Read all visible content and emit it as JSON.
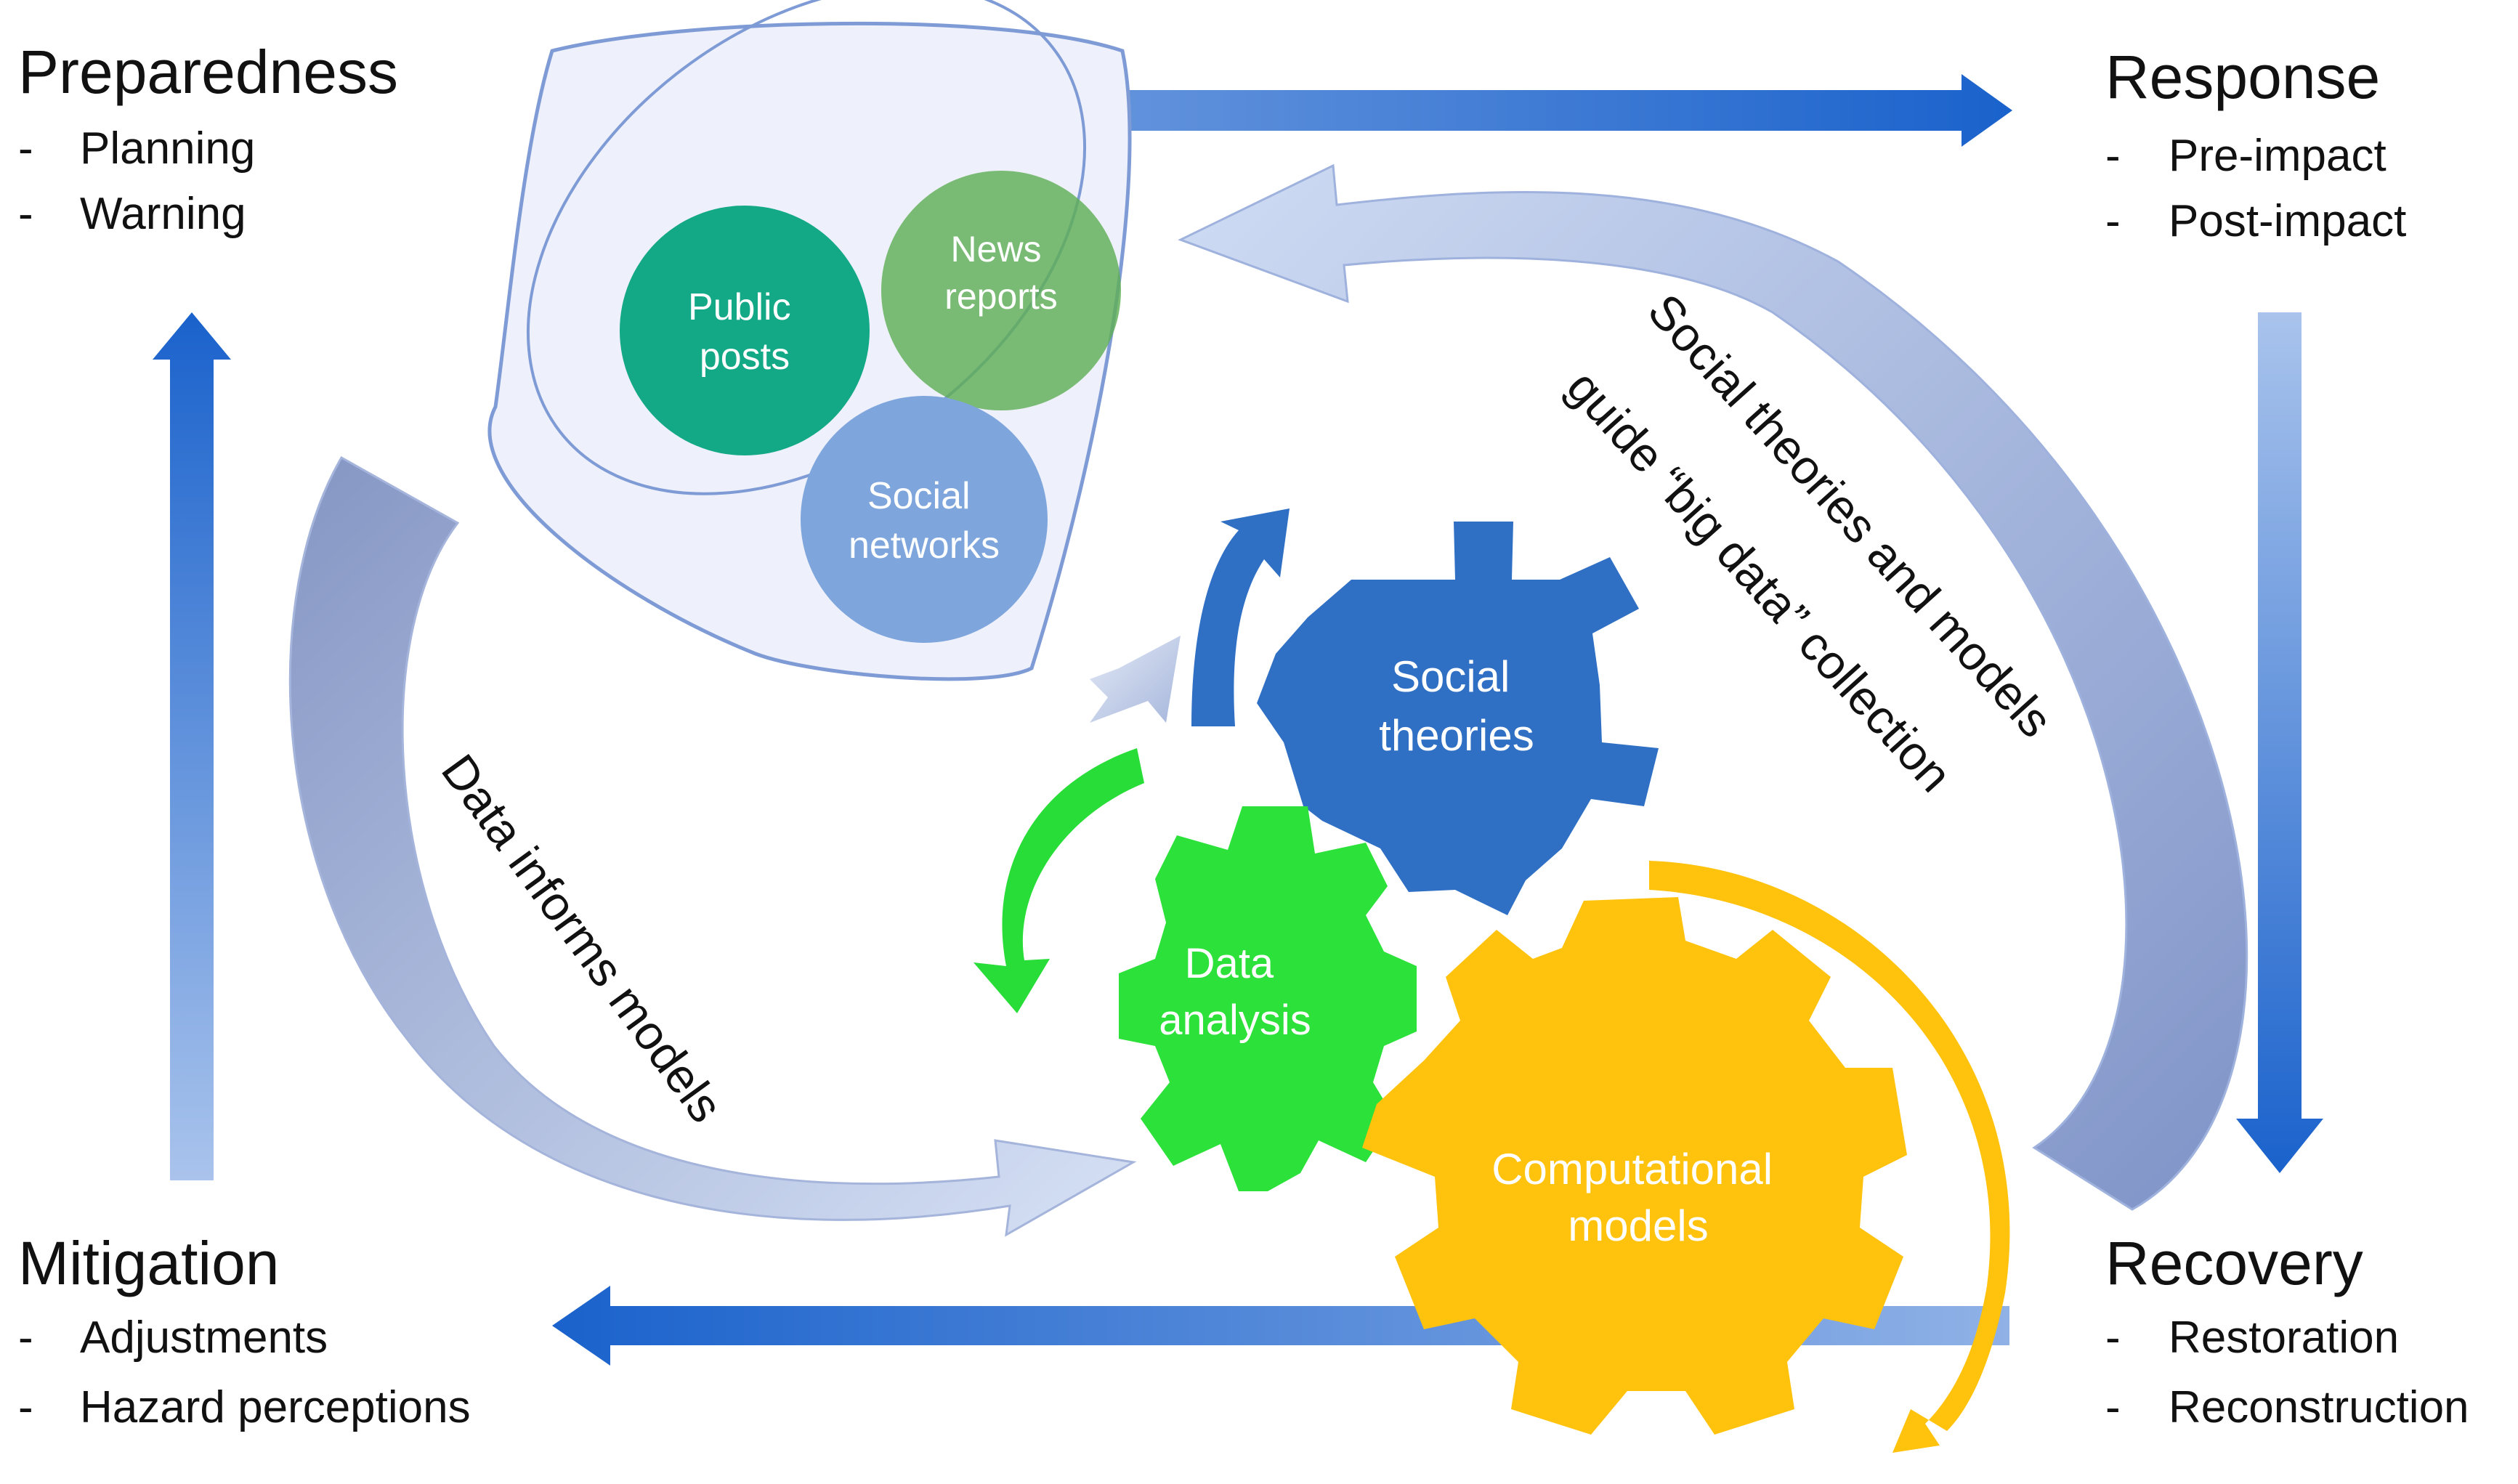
{
  "phases": {
    "preparedness": {
      "title": "Preparedness",
      "items": [
        "Planning",
        "Warning"
      ]
    },
    "response": {
      "title": "Response",
      "items": [
        "Pre-impact",
        "Post-impact"
      ]
    },
    "recovery": {
      "title": "Recovery",
      "items": [
        "Restoration",
        "Reconstruction"
      ]
    },
    "mitigation": {
      "title": "Mitigation",
      "items": [
        "Adjustments",
        "Hazard perceptions"
      ]
    }
  },
  "bullet": "-",
  "sources": [
    {
      "lines": [
        "Public",
        "posts"
      ],
      "color": "#13a987"
    },
    {
      "lines": [
        "News",
        "reports"
      ],
      "color": "#5fae56"
    },
    {
      "lines": [
        "Social",
        "networks"
      ],
      "color": "#7ea5dc"
    }
  ],
  "gears": {
    "social_theories": {
      "lines": [
        "Social",
        "theories"
      ],
      "color": "#2f6fc4"
    },
    "data_analysis": {
      "lines": [
        "Data",
        "analysis"
      ],
      "color": "#2be13a"
    },
    "computational_models": {
      "lines": [
        "Computational",
        "models"
      ],
      "color": "#ffc20d"
    }
  },
  "flow_labels": {
    "top_right_line1": "Social theories and models",
    "top_right_line2": "guide “big data” collection",
    "left": "Data informs models"
  },
  "colors": {
    "cycle_arrow": "#1f66c9",
    "funnel_stroke": "#7e9bd6",
    "funnel_fill": "#eef0fb",
    "phase_text": "#111111"
  }
}
